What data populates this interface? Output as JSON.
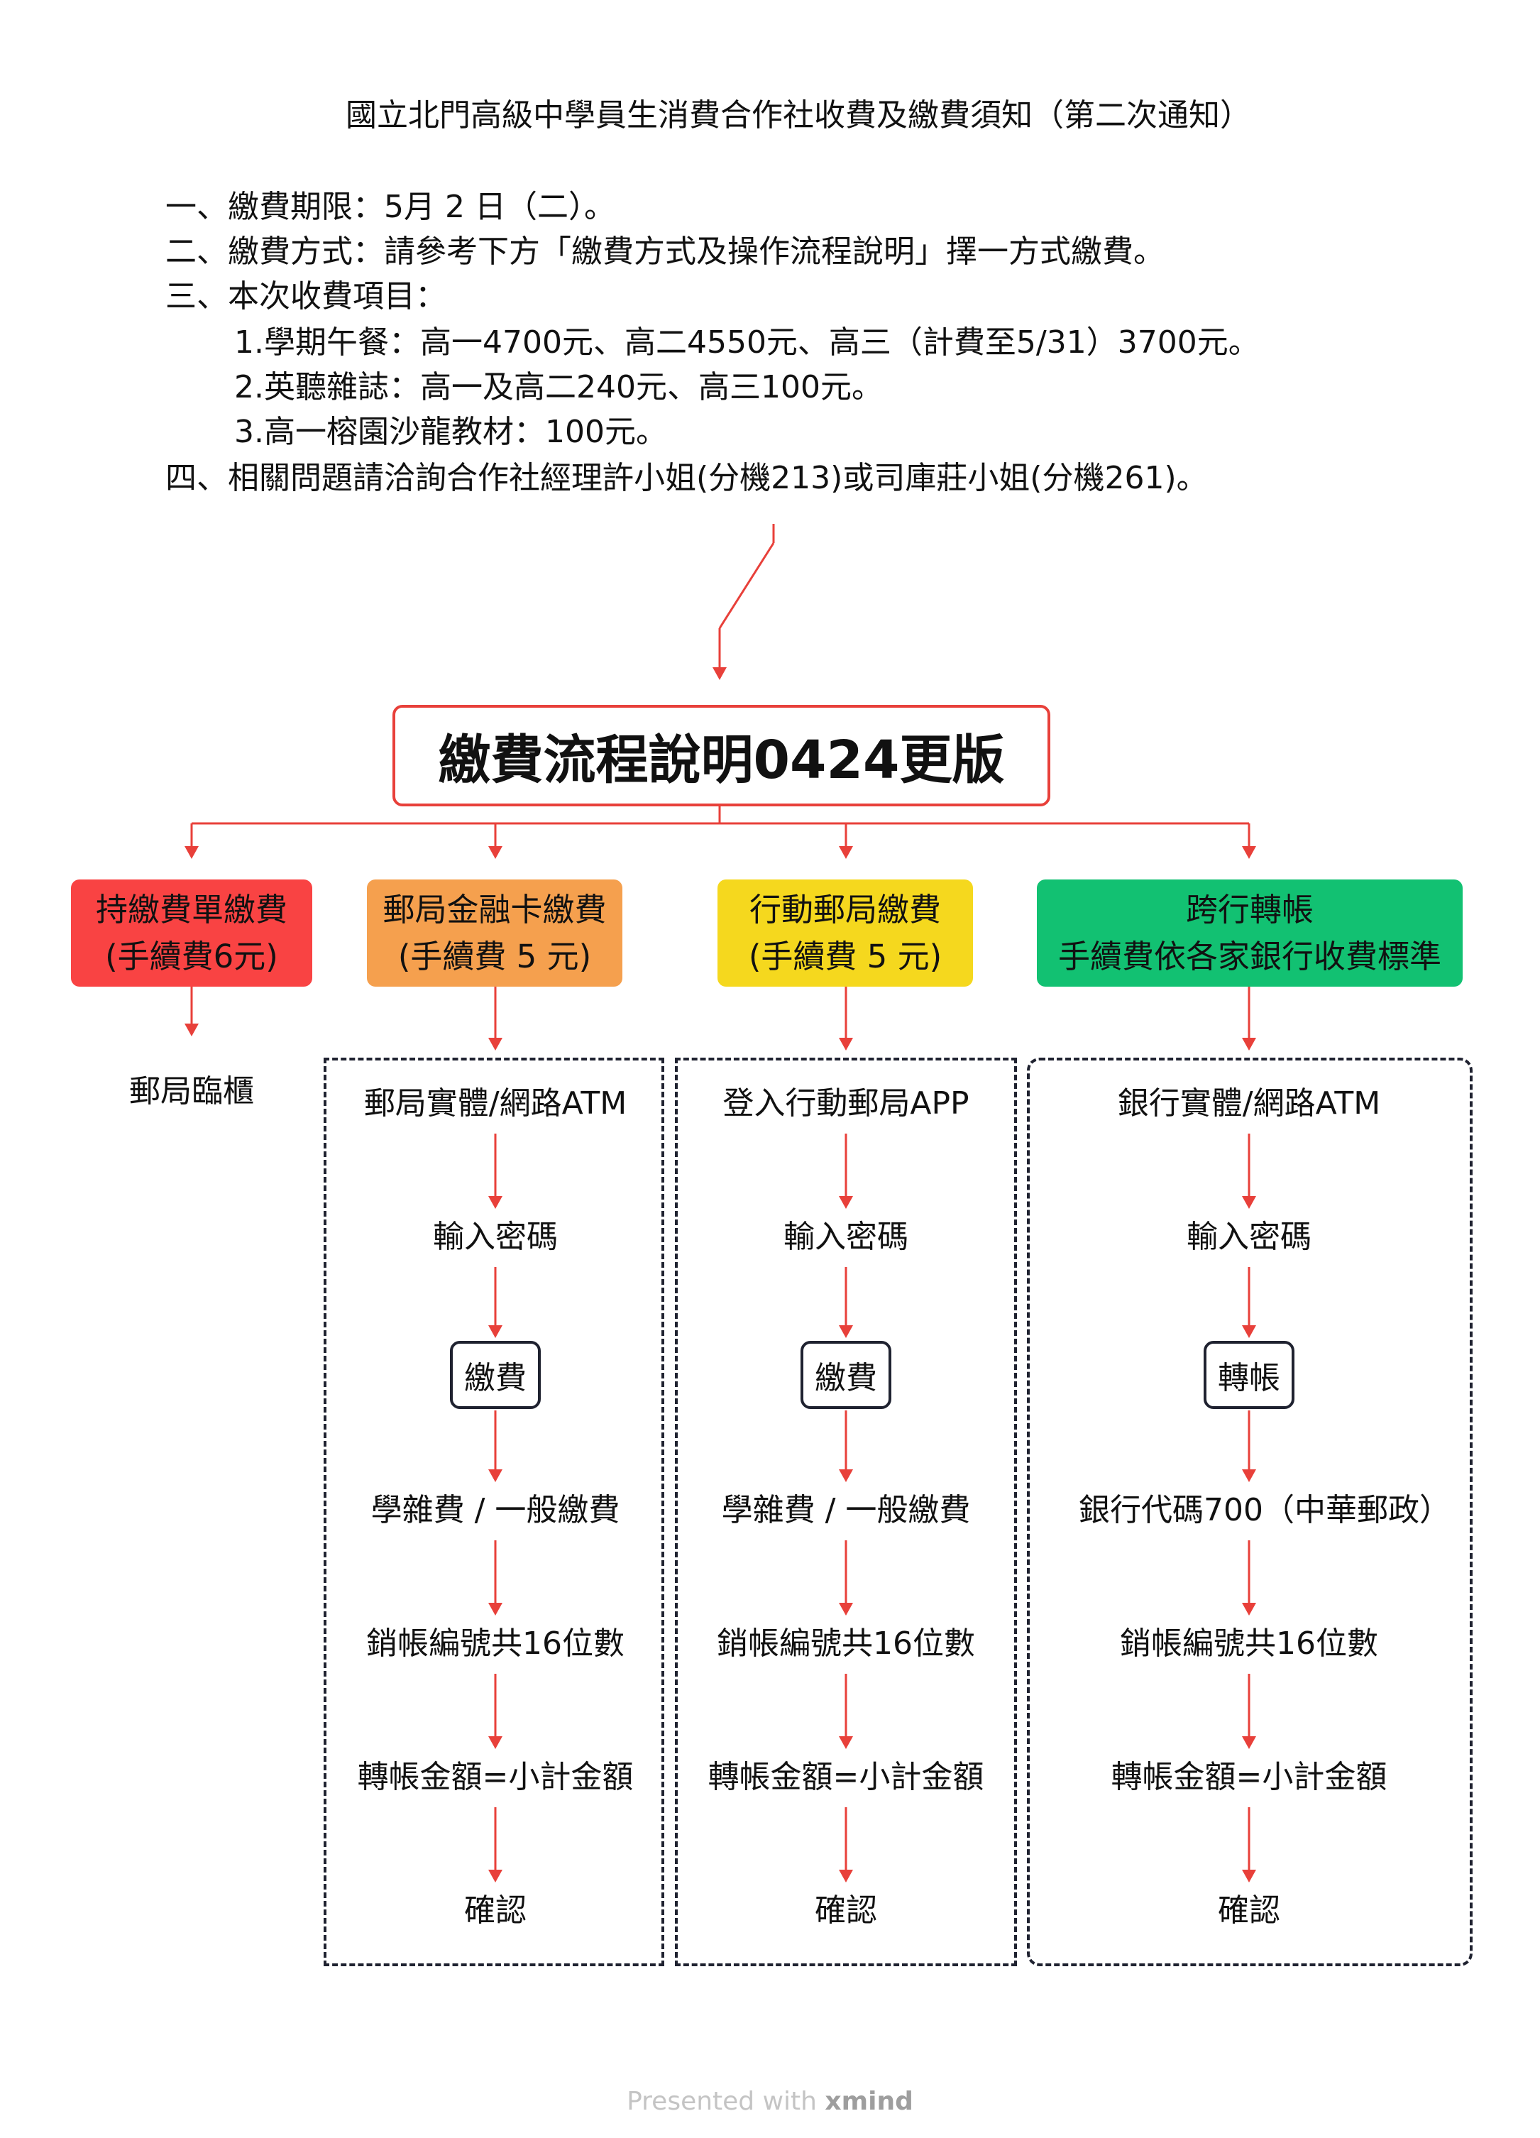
{
  "document": {
    "title": "國立北門高級中學員生消費合作社收費及繳費須知（第二次通知）",
    "lines": [
      "一、繳費期限：5月 2 日（二）。",
      "二、繳費方式：請參考下方「繳費方式及操作流程說明」擇一方式繳費。",
      "三、本次收費項目：",
      "1.學期午餐：高一4700元、高二4550元、高三（計費至5/31）3700元。",
      "2.英聽雜誌：高一及高二240元、高三100元。",
      "3.高一榕園沙龍教材：100元。",
      "四、相關問題請洽詢合作社經理許小姐(分機213)或司庫莊小姐(分機261)。"
    ]
  },
  "diagram": {
    "root": "繳費流程說明0424更版",
    "branches": [
      {
        "title": "持繳費單繳費",
        "subtitle": "(手續費6元)",
        "color": "#f94343",
        "text_color": "#111111",
        "steps": [
          "郵局臨櫃"
        ]
      },
      {
        "title": "郵局金融卡繳費",
        "subtitle": "(手續費 5 元)",
        "color": "#f5a04e",
        "text_color": "#111111",
        "steps": [
          "郵局實體/網路ATM",
          "輸入密碼",
          "繳費",
          "學雜費 / 一般繳費",
          "銷帳編號共16位數",
          "轉帳金額=小計金額",
          "確認"
        ]
      },
      {
        "title": "行動郵局繳費",
        "subtitle": "(手續費 5 元)",
        "color": "#f5d81e",
        "text_color": "#111111",
        "steps": [
          "登入行動郵局APP",
          "輸入密碼",
          "繳費",
          "學雜費 / 一般繳費",
          "銷帳編號共16位數",
          "轉帳金額=小計金額",
          "確認"
        ]
      },
      {
        "title": "跨行轉帳",
        "subtitle": "手續費依各家銀行收費標準",
        "color": "#12c172",
        "text_color": "#111111",
        "steps": [
          "銀行實體/網路ATM",
          "輸入密碼",
          "轉帳",
          "銀行代碼700（中華郵政）",
          "銷帳編號共16位數",
          "轉帳金額=小計金額",
          "確認"
        ]
      }
    ]
  },
  "colors": {
    "connector": "#e8403a",
    "dashed_border": "#1f2230"
  },
  "footer": {
    "prefix": "Presented with",
    "brand": "xmind"
  }
}
